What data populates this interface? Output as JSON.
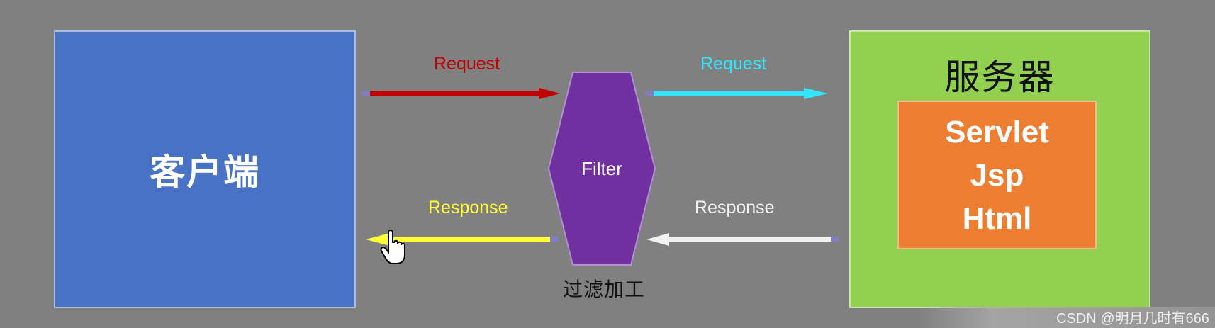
{
  "client": {
    "label": "客户端"
  },
  "server": {
    "title": "服务器",
    "items": [
      "Servlet",
      "Jsp",
      "Html"
    ]
  },
  "filter": {
    "label": "Filter",
    "caption": "过滤加工"
  },
  "arrows": {
    "request_in": {
      "label": "Request",
      "color": "#c00000"
    },
    "request_out": {
      "label": "Request",
      "color": "#33e6ff"
    },
    "response_in": {
      "label": "Response",
      "color": "#f2f2f2"
    },
    "response_out": {
      "label": "Response",
      "color": "#ffff33"
    }
  },
  "colors": {
    "client": "#4a72c4",
    "server": "#92d050",
    "server_inner": "#ed7d31",
    "filter": "#7030a0",
    "background": "#808080"
  },
  "watermark": "CSDN @明月几时有666",
  "cursor": "hand-pointer-icon"
}
